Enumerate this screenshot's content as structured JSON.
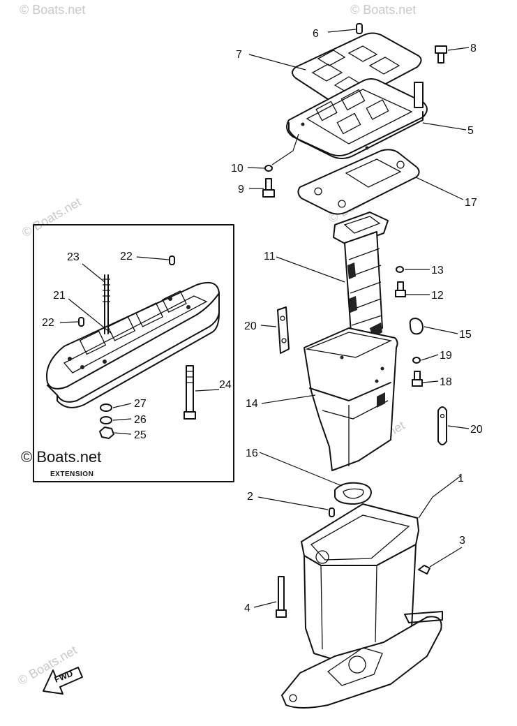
{
  "watermarks": {
    "text": "© Boats.net",
    "inset_text": "© Boats.net"
  },
  "inset": {
    "title": "EXTENSION"
  },
  "fwd_label": "FWD",
  "callouts": {
    "c1": "1",
    "c2": "2",
    "c3": "3",
    "c4": "4",
    "c5": "5",
    "c6": "6",
    "c7": "7",
    "c8": "8",
    "c9": "9",
    "c10": "10",
    "c11": "11",
    "c12": "12",
    "c13": "13",
    "c14": "14",
    "c15": "15",
    "c16": "16",
    "c17": "17",
    "c18": "18",
    "c19": "19",
    "c20a": "20",
    "c20b": "20",
    "c21": "21",
    "c22a": "22",
    "c22b": "22",
    "c23": "23",
    "c24": "24",
    "c25": "25",
    "c26": "26",
    "c27": "27"
  }
}
